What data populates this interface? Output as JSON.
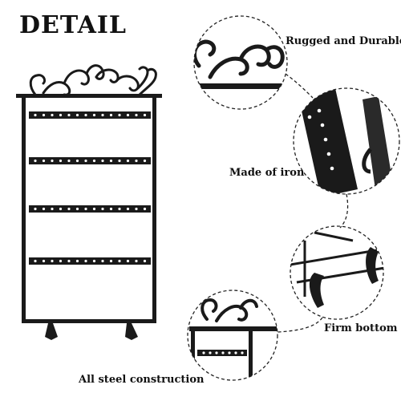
{
  "title": "DETAIL",
  "callouts": [
    {
      "id": "top",
      "label": "Rugged and Durable"
    },
    {
      "id": "hooks",
      "label": "Made of iron"
    },
    {
      "id": "bottom",
      "label": "Firm bottom"
    },
    {
      "id": "frame",
      "label": "All steel construction"
    }
  ],
  "colors": {
    "metal": "#1a1a1a",
    "metal_highlight": "#3a3a3a",
    "hole": "#ffffff",
    "dash": "#222222",
    "text": "#111111"
  },
  "icons": [
    "jewelry-stand-image",
    "scroll-top-detail",
    "iron-panel-detail",
    "foot-detail",
    "frame-detail"
  ]
}
